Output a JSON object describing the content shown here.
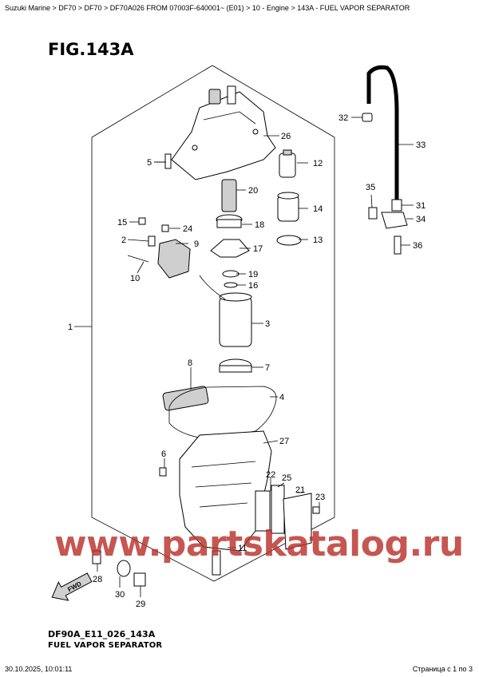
{
  "header": {
    "breadcrumb": "Suzuki Marine > DF70 > DF70 > DF70A026 FROM 07003F-640001~ (E01) > 10 - Engine > 143A - FUEL VAPOR SEPARATOR"
  },
  "figure": {
    "title": "FIG.143A",
    "code": "DF90A_E11_026_143A",
    "name": "FUEL VAPOR SEPARATOR",
    "direction_arrow_label": "FWD"
  },
  "callouts": {
    "n1": "1",
    "n2": "2",
    "n3": "3",
    "n4": "4",
    "n5": "5",
    "n6": "6",
    "n7": "7",
    "n8": "8",
    "n9": "9",
    "n10": "10",
    "n11": "11",
    "n12": "12",
    "n13": "13",
    "n14": "14",
    "n15": "15",
    "n16": "16",
    "n17": "17",
    "n18": "18",
    "n19": "19",
    "n20": "20",
    "n21": "21",
    "n22": "22",
    "n23": "23",
    "n24": "24",
    "n25": "25",
    "n26": "26",
    "n27": "27",
    "n28": "28",
    "n29": "29",
    "n30": "30",
    "n31": "31",
    "n32": "32",
    "n33": "33",
    "n34": "34",
    "n35": "35",
    "n36": "36"
  },
  "watermark": "www.partskatalog.ru",
  "footer": {
    "timestamp": "30.10.2025, 10:01:11",
    "page": "Страница с 1 по 3"
  },
  "colors": {
    "callout_text": "#b9312c",
    "watermark": "#b9312c",
    "line": "#000000"
  }
}
